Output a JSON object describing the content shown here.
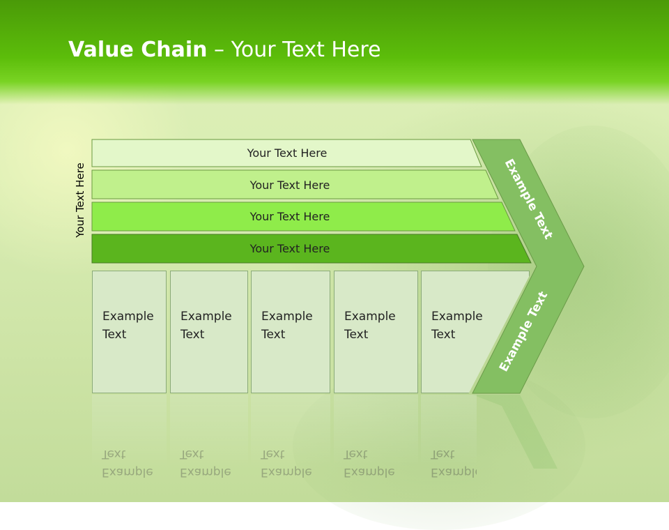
{
  "slide": {
    "title_bold": "Value Chain",
    "title_rest": " – Your Text Here",
    "side_label": "Your Text Here"
  },
  "rows": [
    {
      "label": "Your Text Here",
      "color": "#e3f7c9"
    },
    {
      "label": "Your Text Here",
      "color": "#c0f08c"
    },
    {
      "label": "Your Text Here",
      "color": "#8fec4a"
    },
    {
      "label": "Your Text Here",
      "color": "#5bb51e"
    }
  ],
  "columns": [
    {
      "line1": "Example",
      "line2": "Text"
    },
    {
      "line1": "Example",
      "line2": "Text"
    },
    {
      "line1": "Example",
      "line2": "Text"
    },
    {
      "line1": "Example",
      "line2": "Text"
    },
    {
      "line1": "Example",
      "line2": "Text"
    }
  ],
  "chevron": {
    "top_label": "Example Text",
    "bottom_label": "Example Text",
    "color": "#84bf62"
  }
}
